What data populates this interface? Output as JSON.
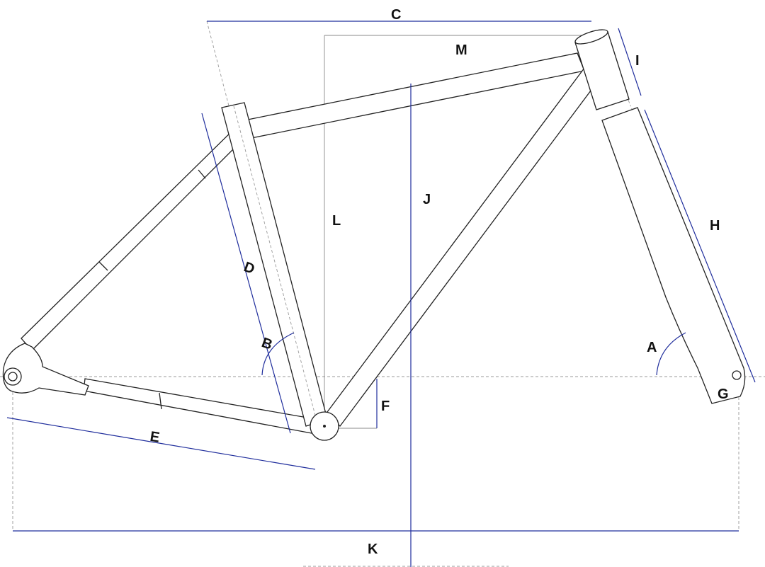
{
  "labels": {
    "A": "A",
    "B": "B",
    "C": "C",
    "D": "D",
    "E": "E",
    "F": "F",
    "G": "G",
    "H": "H",
    "I": "I",
    "J": "J",
    "K": "K",
    "L": "L",
    "M": "M"
  },
  "colors": {
    "dimension_line": "#1f2d9c",
    "frame_line": "#222222",
    "guide_line": "#999999"
  }
}
